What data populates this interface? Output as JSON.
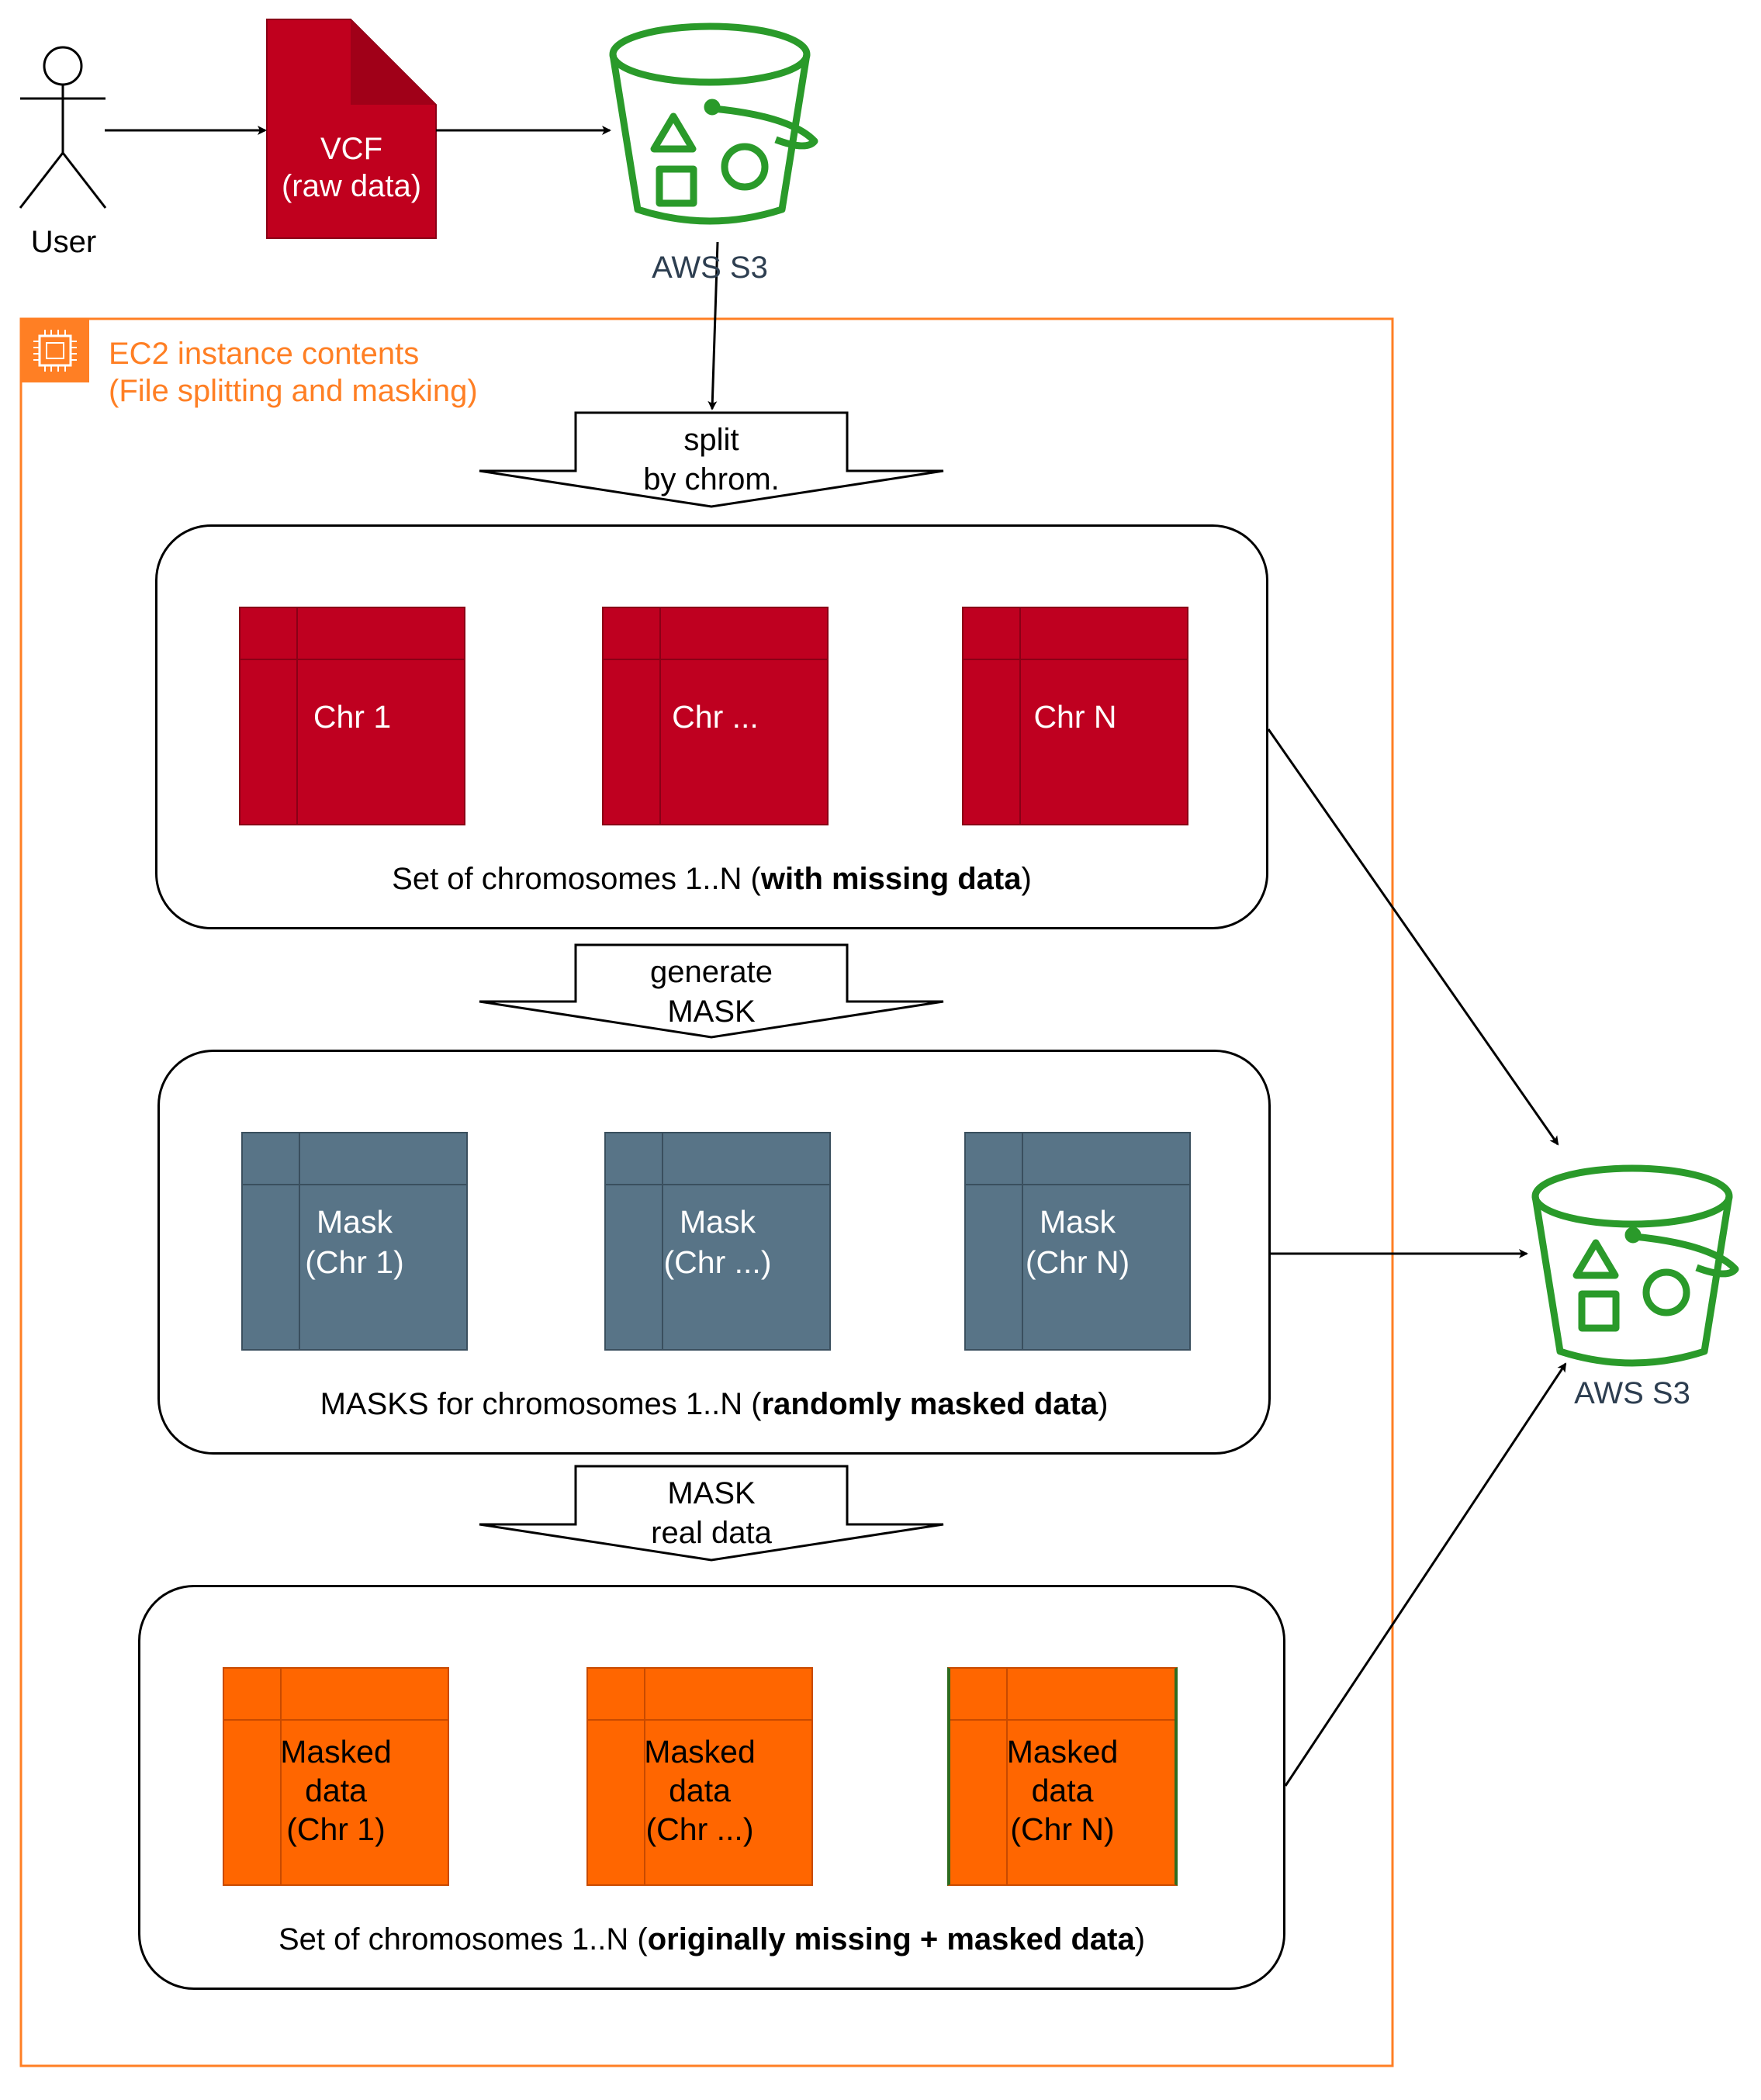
{
  "colors": {
    "vcf_fill": "#c0001e",
    "chrom_fill": "#bf0020",
    "mask_fill": "#587487",
    "masked_fill": "#ff6600",
    "aws_green": "#2a9a2a",
    "ec2_orange": "#ff7f24",
    "aws_label": "#2d3e50"
  },
  "user": {
    "label": "User",
    "icon": "user-stick-figure-icon"
  },
  "vcf": {
    "label": "VCF\n(raw data)",
    "icon": "file-icon"
  },
  "s3_source": {
    "label": "AWS S3",
    "icon": "s3-bucket-icon"
  },
  "s3_target": {
    "label": "AWS S3",
    "icon": "s3-bucket-icon"
  },
  "ec2": {
    "title": "EC2 instance contents\n(File splitting and masking)",
    "icon": "chip-icon"
  },
  "steps": {
    "split": "split\nby chrom.",
    "generate_mask": "generate\nMASK",
    "mask_real": "MASK\nreal data"
  },
  "groups": {
    "chromosomes": {
      "caption_plain": "Set of chromosomes 1..N (",
      "caption_bold": "with missing data",
      "caption_end": ")",
      "items": [
        "Chr 1",
        "Chr ...",
        "Chr N"
      ]
    },
    "masks": {
      "caption_plain": "MASKS for chromosomes 1..N (",
      "caption_bold": "randomly masked data",
      "caption_end": ")",
      "items": [
        "Mask\n(Chr 1)",
        "Mask\n(Chr ...)",
        "Mask\n(Chr N)"
      ]
    },
    "masked": {
      "caption_plain": "Set of chromosomes 1..N (",
      "caption_bold": "originally missing + masked data",
      "caption_end": ")",
      "items": [
        "Masked\ndata\n(Chr 1)",
        "Masked\ndata\n(Chr ...)",
        "Masked\ndata\n(Chr N)"
      ]
    }
  }
}
